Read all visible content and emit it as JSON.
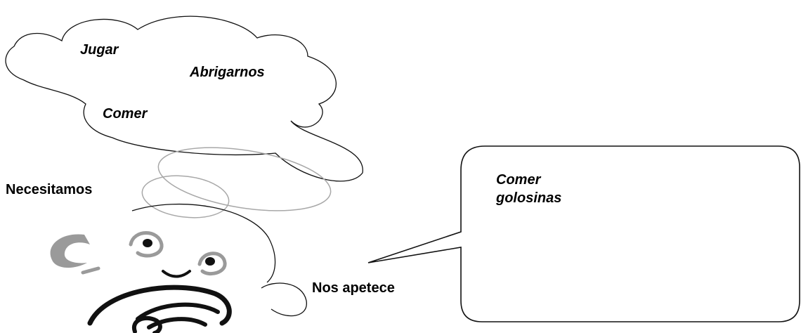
{
  "thought_cloud": {
    "items": [
      "Jugar",
      "Abrigarnos",
      "Comer"
    ]
  },
  "labels": {
    "need": "Necesitamos",
    "want": "Nos apetece"
  },
  "speech_bubble": {
    "lines": [
      "Comer",
      "golosinas"
    ]
  },
  "colors": {
    "outline": "#111111",
    "thought_rings": "#a8a8a8",
    "face_grey": "#9a9a9a"
  }
}
